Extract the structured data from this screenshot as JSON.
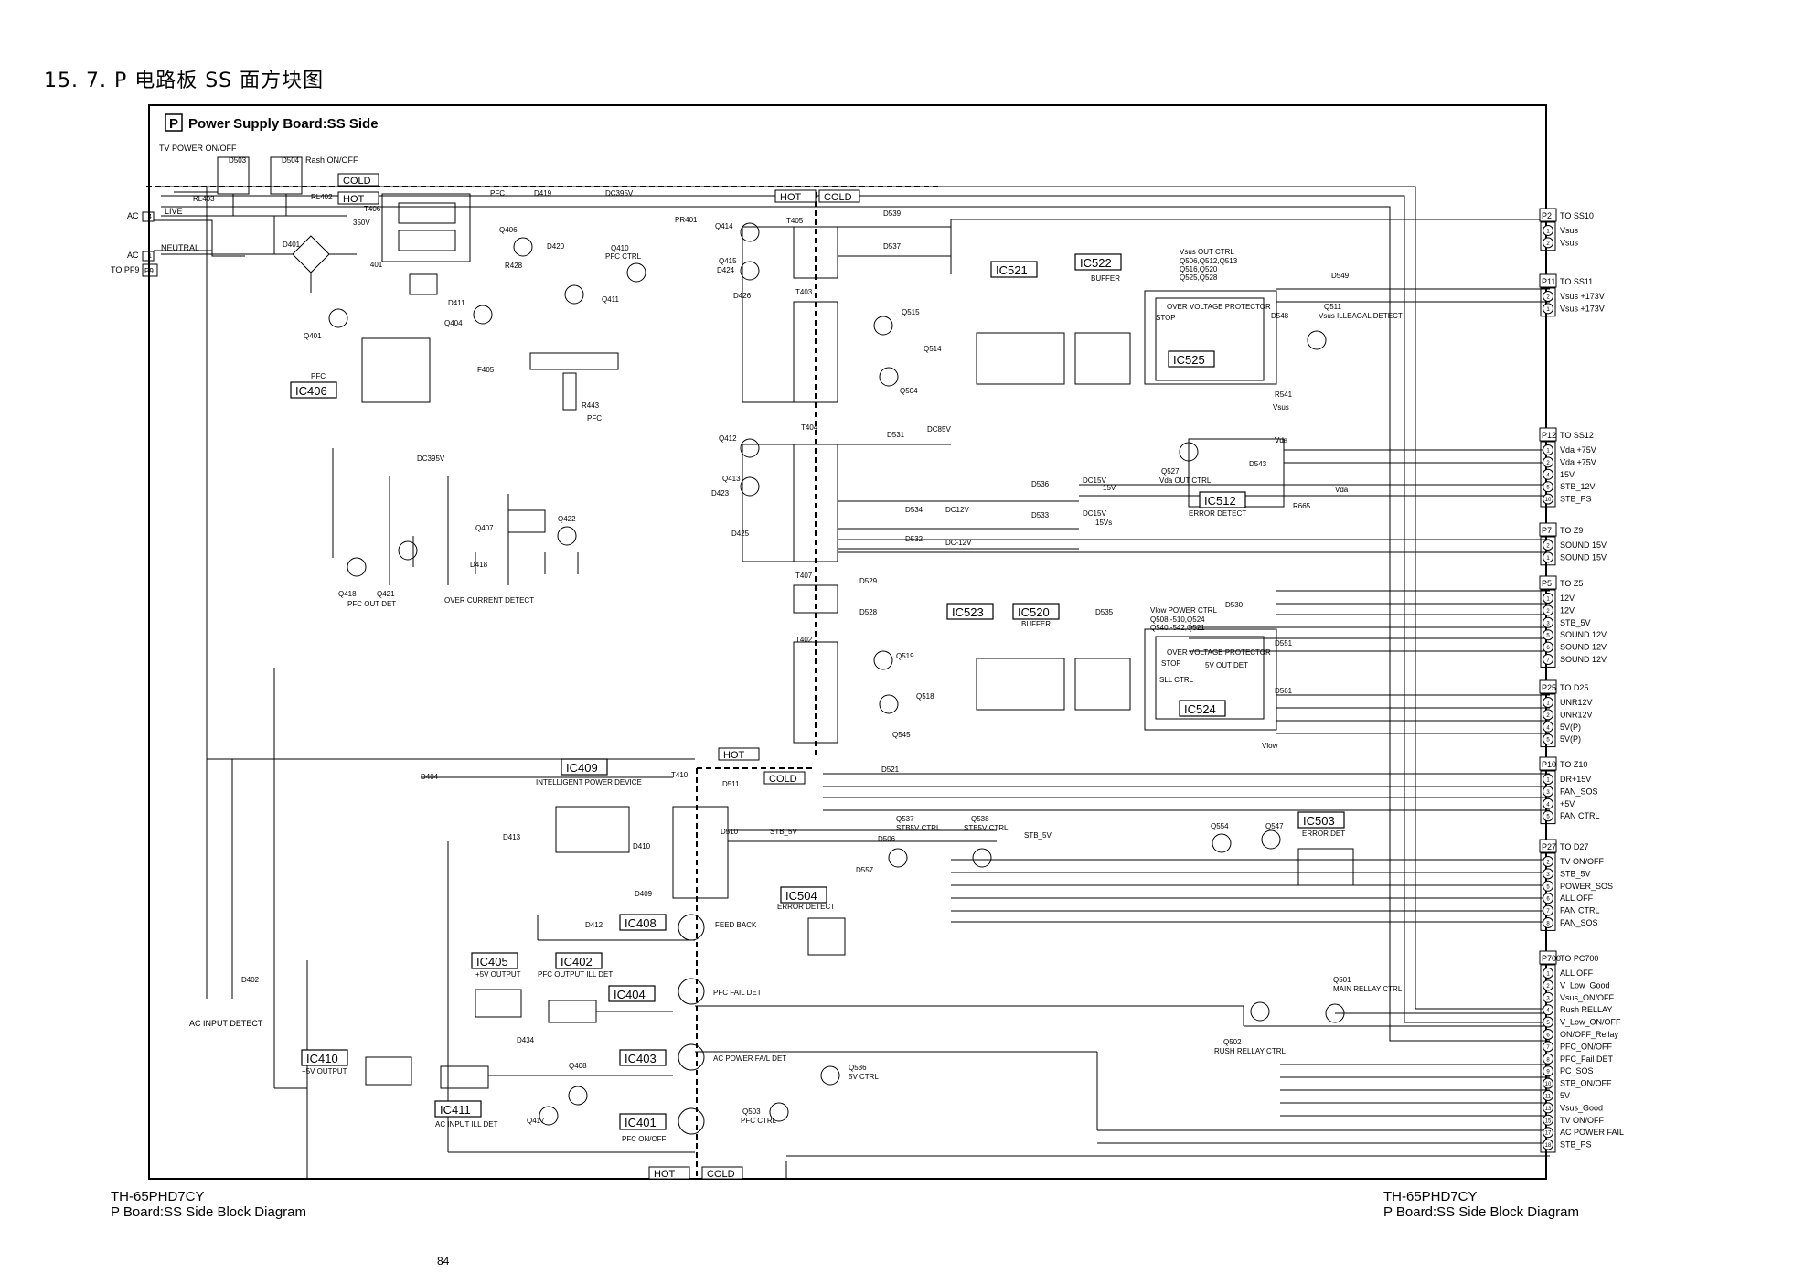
{
  "page": {
    "heading": "15. 7.  P 电路板 SS 面方块图",
    "page_number": "84"
  },
  "board": {
    "p_letter": "P",
    "title": "Power Supply Board:SS Side",
    "zones": {
      "cold_top": "COLD",
      "hot_top": "HOT",
      "hot_t405": "HOT",
      "cold_t405": "COLD",
      "hot_mid": "HOT",
      "cold_mid": "COLD",
      "hot_bottom": "HOT",
      "cold_bottom": "COLD"
    }
  },
  "input_labels": {
    "tv_power": "TV POWER ON/OFF",
    "rash": "Rash ON/OFF",
    "ac1": "AC",
    "ac2": "AC",
    "live": "LIVE",
    "neutral": "NEUTRAL",
    "to_pf9": "TO PF9",
    "p9": "P9",
    "pin4": "4",
    "pin1": "1",
    "ac_input_detect": "AC INPUT DETECT"
  },
  "components": {
    "D503": "D503",
    "D504": "D504",
    "RL403": "RL403",
    "RL402": "RL402",
    "T406": "T406",
    "V350": "350V",
    "PFC": "PFC",
    "D419": "D419",
    "DC395V": "DC395V",
    "PR401": "PR401",
    "D401": "D401",
    "T401": "T401",
    "Q406": "Q406",
    "D420": "D420",
    "Q410": "Q410",
    "PFC_CTRL": "PFC CTRL",
    "R428": "R428",
    "Q411": "Q411",
    "D411": "D411",
    "Q404": "Q404",
    "Q401": "Q401",
    "F405": "F405",
    "PFC2": "PFC",
    "IC406": "IC406",
    "R443": "R443",
    "PFC3": "PFC",
    "DC395V_2": "DC395V",
    "Q407": "Q407",
    "Q422": "Q422",
    "D418": "D418",
    "Q418": "Q418",
    "Q421": "Q421",
    "PFC_OUT_DET": "PFC OUT DET",
    "OVER_CURRENT": "OVER CURRENT DETECT",
    "D404": "D404",
    "D402": "D402",
    "Q414": "Q414",
    "T405": "T405",
    "Q415": "Q415",
    "D424": "D424",
    "D426": "D426",
    "T403": "T403",
    "Q515": "Q515",
    "Q514": "Q514",
    "Q504": "Q504",
    "D539": "D539",
    "D537": "D537",
    "IC521": "IC521",
    "IC522": "IC522",
    "BUFFER": "BUFFER",
    "IC525": "IC525",
    "VSUS_CTRL": "Vsus OUT CTRL",
    "VSUS_Q1": "Q506,Q512,Q513",
    "VSUS_Q2": "Q516,Q520",
    "VSUS_Q3": "Q525,Q528",
    "D549": "D549",
    "D548": "D548",
    "Q511": "Q511",
    "VSUS_ILL": "Vsus ILLEAGAL DETECT",
    "R541": "R541",
    "VSUS_LBL": "Vsus",
    "Q412": "Q412",
    "T404": "T404",
    "Q413": "Q413",
    "D423": "D423",
    "D425": "D425",
    "D531": "D531",
    "DC85V": "DC85V",
    "D534": "D534",
    "DC12V": "DC12V",
    "D532": "D532",
    "DCM12V": "DC-12V",
    "D536": "D536",
    "DC15V": "DC15V",
    "D533": "D533",
    "DC15V2": "DC15V",
    "V15": "15V",
    "V15vs": "15Vs",
    "Q527": "Q527",
    "VDA_OUT": "Vda OUT CTRL",
    "VDA": "Vda",
    "D543": "D543",
    "IC512": "IC512",
    "ERROR_DETECT": "ERROR DETECT",
    "R665": "R665",
    "VDA2": "Vda",
    "T407": "T407",
    "D529": "D529",
    "D528": "D528",
    "IC523": "IC523",
    "IC520": "IC520",
    "BUFFER2": "BUFFER",
    "D535": "D535",
    "VDW_CTRL": "Vlow POWER CTRL",
    "VDW_Q1": "Q508,-510,Q524",
    "VDW_Q2": "Q540,-542,Q521",
    "D530": "D530",
    "T402": "T402",
    "Q519": "Q519",
    "Q518": "Q518",
    "Q545": "Q545",
    "D521": "D521",
    "IC524": "IC524",
    "D551": "D551",
    "D561": "D561",
    "VLOW": "Vlow",
    "IC409": "IC409",
    "IPD": "INTELLIGENT POWER DEVICE",
    "T410": "T410",
    "D511": "D511",
    "D413": "D413",
    "D410": "D410",
    "D510": "D510",
    "D409": "D409",
    "STB5V": "STB_5V",
    "Q537": "Q537",
    "STB5V_CTRL": "STB5V CTRL",
    "Q538": "Q538",
    "STB5V_CTRL2": "STB5V CTRL",
    "STB5V2": "STB_5V",
    "D506": "D506",
    "D557": "D557",
    "Q554": "Q554",
    "Q547": "Q547",
    "IC503": "IC503",
    "ERROR_DET": "ERROR DET",
    "IC504": "IC504",
    "ERROR_DETECT2": "ERROR DETECT",
    "D412": "D412",
    "IC408": "IC408",
    "FEED_BACK": "FEED BACK",
    "IC405": "IC405",
    "V5_OUTPUT": "+5V OUTPUT",
    "IC402": "IC402",
    "PFC_OUT_ILL": "PFC OUTPUT ILL DET",
    "IC404": "IC404",
    "PFC_FAIL": "PFC FAIL DET",
    "D434": "D434",
    "IC403": "IC403",
    "AC_FAIL": "AC POWER FA/L DET",
    "IC410": "IC410",
    "V5_OUTPUT2": "+5V OUTPUT",
    "Q408": "Q408",
    "Q536": "Q536",
    "V5_CTRL": "5V CTRL",
    "IC411": "IC411",
    "AC_ILL": "AC INPUT ILL DET",
    "Q417": "Q417",
    "IC401": "IC401",
    "Q503": "Q503",
    "PFC_CTRL2": "PFC CTRL",
    "PFC_ONOFF": "PFC ON/OFF",
    "Q502": "Q502",
    "RUSH_CTRL": "RUSH RELLAY CTRL",
    "Q501": "Q501",
    "MAIN_RELLAY": "MAIN RELLAY CTRL",
    "OVP1": "OVER VOLTAGE PROTECTOR",
    "OVP2": "OVER VOLTAGE PROTECTOR",
    "STOP1": "STOP",
    "STOP2": "STOP",
    "V5_OUT_DET": "5V OUT DET",
    "SLL_CTRL": "SLL CTRL"
  },
  "connectors": [
    {
      "ref": "P2",
      "to": "TO SS10",
      "pins": [
        {
          "n": "1",
          "label": "Vsus"
        },
        {
          "n": "2",
          "label": "Vsus"
        }
      ]
    },
    {
      "ref": "P11",
      "to": "TO SS11",
      "pins": [
        {
          "n": "2",
          "label": "Vsus +173V"
        },
        {
          "n": "1",
          "label": "Vsus +173V"
        }
      ]
    },
    {
      "ref": "P12",
      "to": "TO SS12",
      "pins": [
        {
          "n": "1",
          "label": "Vda +75V"
        },
        {
          "n": "2",
          "label": "Vda +75V"
        },
        {
          "n": "4",
          "label": "15V"
        },
        {
          "n": "5",
          "label": "STB_12V"
        },
        {
          "n": "10",
          "label": "STB_PS"
        }
      ]
    },
    {
      "ref": "P7",
      "to": "TO Z9",
      "pins": [
        {
          "n": "2",
          "label": "SOUND 15V"
        },
        {
          "n": "1",
          "label": "SOUND 15V"
        }
      ]
    },
    {
      "ref": "P5",
      "to": "TO Z5",
      "pins": [
        {
          "n": "1",
          "label": "12V"
        },
        {
          "n": "2",
          "label": "12V"
        },
        {
          "n": "3",
          "label": "STB_5V"
        },
        {
          "n": "5",
          "label": "SOUND 12V"
        },
        {
          "n": "6",
          "label": "SOUND 12V"
        },
        {
          "n": "7",
          "label": "SOUND 12V"
        }
      ]
    },
    {
      "ref": "P25",
      "to": "TO D25",
      "pins": [
        {
          "n": "1",
          "label": "UNR12V"
        },
        {
          "n": "2",
          "label": "UNR12V"
        },
        {
          "n": "4",
          "label": "5V(P)"
        },
        {
          "n": "5",
          "label": "5V(P)"
        }
      ]
    },
    {
      "ref": "P10",
      "to": "TO Z10",
      "pins": [
        {
          "n": "1",
          "label": "DR+15V"
        },
        {
          "n": "3",
          "label": "FAN_SOS"
        },
        {
          "n": "4",
          "label": "+5V"
        },
        {
          "n": "5",
          "label": "FAN CTRL"
        }
      ]
    },
    {
      "ref": "P27",
      "to": "TO D27",
      "pins": [
        {
          "n": "2",
          "label": "TV ON/OFF"
        },
        {
          "n": "3",
          "label": "STB_5V"
        },
        {
          "n": "5",
          "label": "POWER_SOS"
        },
        {
          "n": "6",
          "label": "ALL OFF"
        },
        {
          "n": "7",
          "label": "FAN CTRL"
        },
        {
          "n": "8",
          "label": "FAN_SOS"
        }
      ]
    },
    {
      "ref": "P700",
      "to": "TO PC700",
      "pins": [
        {
          "n": "1",
          "label": "ALL OFF"
        },
        {
          "n": "2",
          "label": "V_Low_Good"
        },
        {
          "n": "3",
          "label": "Vsus_ON/OFF"
        },
        {
          "n": "4",
          "label": "Rush RELLAY"
        },
        {
          "n": "5",
          "label": "V_Low_ON/OFF"
        },
        {
          "n": "6",
          "label": "ON/OFF_Rellay"
        },
        {
          "n": "7",
          "label": "PFC_ON/OFF"
        },
        {
          "n": "8",
          "label": "PFC_Fail DET"
        },
        {
          "n": "9",
          "label": "PC_SOS"
        },
        {
          "n": "10",
          "label": "STB_ON/OFF"
        },
        {
          "n": "11",
          "label": "5V"
        },
        {
          "n": "13",
          "label": "Vsus_Good"
        },
        {
          "n": "15",
          "label": "TV ON/OFF"
        },
        {
          "n": "17",
          "label": "AC POWER FAIL"
        },
        {
          "n": "18",
          "label": "STB_PS"
        }
      ]
    }
  ],
  "footer": {
    "left_model": "TH-65PHD7CY",
    "left_caption": "P Board:SS Side Block Diagram",
    "right_model": "TH-65PHD7CY",
    "right_caption": "P Board:SS Side Block Diagram"
  }
}
